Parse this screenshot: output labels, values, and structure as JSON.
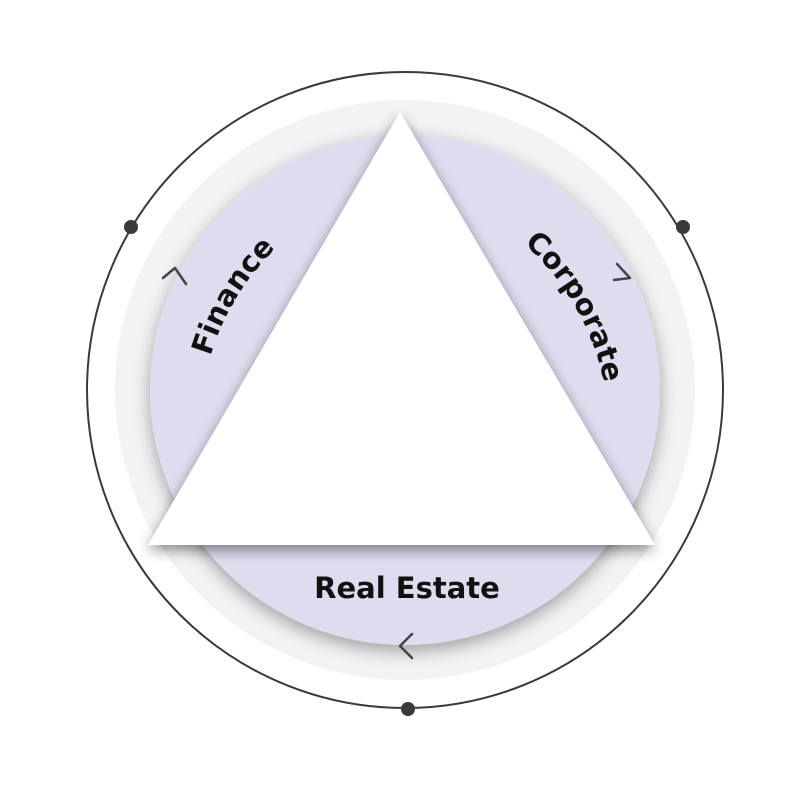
{
  "segments": [
    {
      "id": "finance",
      "label": "Finance"
    },
    {
      "id": "corporate",
      "label": "Corporate"
    },
    {
      "id": "real-estate",
      "label": "Real Estate"
    }
  ],
  "colors": {
    "background": "#ffffff",
    "halo": "#f3f3f5",
    "segment_fill": "#dedcee",
    "triangle_fill": "#ffffff",
    "ring_stroke": "#3a3a3a",
    "node_fill": "#3a3a3a",
    "text": "#111111"
  },
  "icons": {
    "node": "dot-node-icon",
    "cycle_arrow": "chevron-arrow-icon"
  }
}
